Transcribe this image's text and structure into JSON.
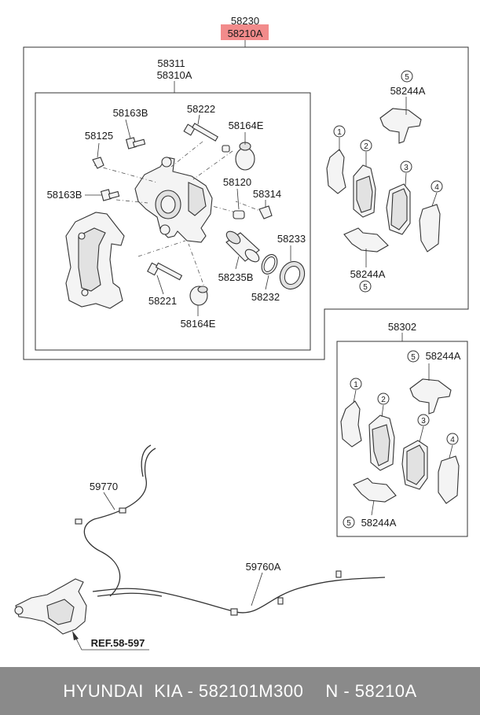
{
  "labels": {
    "l58230": "58230",
    "l58210A": "58210A",
    "l58311": "58311",
    "l58310A": "58310A",
    "l58163B_a": "58163B",
    "l58222": "58222",
    "l58164E_a": "58164E",
    "l58125": "58125",
    "l58163B_b": "58163B",
    "l58120": "58120",
    "l58314": "58314",
    "l58233": "58233",
    "l58235B": "58235B",
    "l58221": "58221",
    "l58232": "58232",
    "l58164E_b": "58164E",
    "l58244A_top": "58244A",
    "l58244A_mid": "58244A",
    "l58302": "58302",
    "l58244A_r1": "58244A",
    "l58244A_r2": "58244A",
    "l59770": "59770",
    "l59760A": "59760A",
    "ref": "REF.58-597"
  },
  "circles": {
    "c5a": "5",
    "c1a": "1",
    "c2a": "2",
    "c3a": "3",
    "c4a": "4",
    "c5b": "5",
    "c5c": "5",
    "c1b": "1",
    "c2b": "2",
    "c3b": "3",
    "c4b": "4",
    "c5d": "5"
  },
  "highlight_color": "#f28b8b",
  "footer": {
    "brand": "HYUNDAI  KIA - 582101M300",
    "part": "N - 58210A"
  }
}
